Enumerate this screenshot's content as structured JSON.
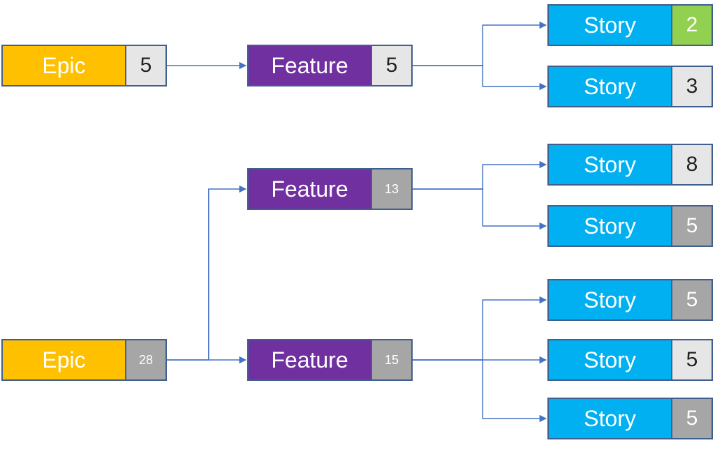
{
  "colors": {
    "epic": "#ffc000",
    "feature": "#7030a0",
    "story": "#00b0f0",
    "count_light": "#e7e6e6",
    "count_gray": "#a6a6a6",
    "count_green": "#92d050",
    "connector": "#4472c4"
  },
  "nodes": {
    "epic1": {
      "label": "Epic",
      "count": "5",
      "count_style": "light"
    },
    "feature1": {
      "label": "Feature",
      "count": "5",
      "count_style": "light"
    },
    "story1": {
      "label": "Story",
      "count": "2",
      "count_style": "green"
    },
    "story2": {
      "label": "Story",
      "count": "3",
      "count_style": "light"
    },
    "epic2": {
      "label": "Epic",
      "count": "28",
      "count_style": "gray-small"
    },
    "feature2": {
      "label": "Feature",
      "count": "13",
      "count_style": "gray-small"
    },
    "feature3": {
      "label": "Feature",
      "count": "15",
      "count_style": "gray-small"
    },
    "story3": {
      "label": "Story",
      "count": "8",
      "count_style": "light"
    },
    "story4": {
      "label": "Story",
      "count": "5",
      "count_style": "gray"
    },
    "story5": {
      "label": "Story",
      "count": "5",
      "count_style": "gray"
    },
    "story6": {
      "label": "Story",
      "count": "5",
      "count_style": "light"
    },
    "story7": {
      "label": "Story",
      "count": "5",
      "count_style": "gray"
    }
  },
  "edges": [
    [
      "epic1",
      "feature1"
    ],
    [
      "feature1",
      "story1"
    ],
    [
      "feature1",
      "story2"
    ],
    [
      "epic2",
      "feature2"
    ],
    [
      "epic2",
      "feature3"
    ],
    [
      "feature2",
      "story3"
    ],
    [
      "feature2",
      "story4"
    ],
    [
      "feature3",
      "story5"
    ],
    [
      "feature3",
      "story6"
    ],
    [
      "feature3",
      "story7"
    ]
  ]
}
